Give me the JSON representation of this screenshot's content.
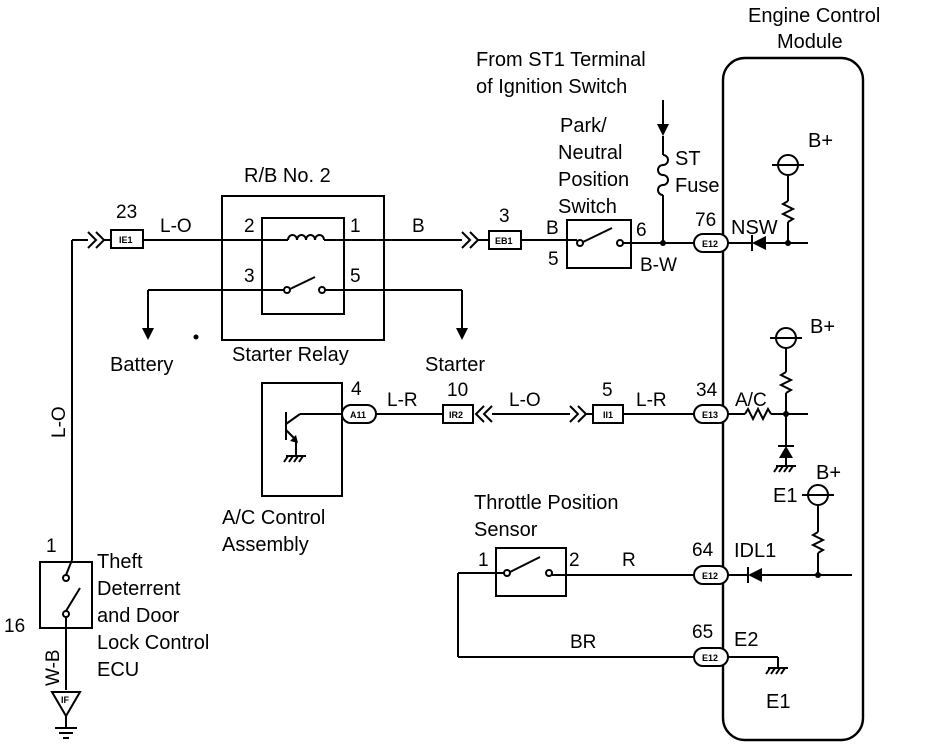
{
  "labels": {
    "ecm_line1": "Engine Control",
    "ecm_line2": "Module",
    "from_st1_line1": "From ST1 Terminal",
    "from_st1_line2": "of Ignition Switch",
    "park_line1": "Park/",
    "park_line2": "Neutral",
    "park_line3": "Position",
    "park_line4": "Switch",
    "st": "ST",
    "fuse": "Fuse",
    "rb_no2": "R/B No. 2",
    "starter_relay": "Starter Relay",
    "battery": "Battery",
    "starter": "Starter",
    "ac_line1": "A/C Control",
    "ac_line2": "Assembly",
    "tps_line1": "Throttle Position",
    "tps_line2": "Sensor",
    "theft_line1": "Theft",
    "theft_line2": "Deterrent",
    "theft_line3": "and Door",
    "theft_line4": "Lock Control",
    "theft_line5": "ECU",
    "bplus_1": "B+",
    "bplus_2": "B+",
    "bplus_3": "B+",
    "nsw": "NSW",
    "ac_sig": "A/C",
    "e1_a": "E1",
    "idl1": "IDL1",
    "e2": "E2",
    "e1_b": "E1"
  },
  "pins": {
    "p23": "23",
    "p2": "2",
    "p1_relay": "1",
    "p3_relay": "3",
    "p5_relay": "5",
    "p3_eb1": "3",
    "p5_park": "5",
    "p6_park": "6",
    "p76": "76",
    "p4": "4",
    "p10": "10",
    "p5_ii1": "5",
    "p34": "34",
    "p1_tps": "1",
    "p2_tps": "2",
    "p64": "64",
    "p65": "65",
    "p1_theft": "1",
    "p16": "16"
  },
  "wires": {
    "lo_1": "L-O",
    "b_1": "B",
    "b_2": "B",
    "bw": "B-W",
    "lr_1": "L-R",
    "lo_2": "L-O",
    "lr_2": "L-R",
    "r": "R",
    "br": "BR",
    "lo_vert": "L-O",
    "wb_vert": "W-B"
  },
  "connectors": {
    "ie1": "IE1",
    "eb1": "EB1",
    "e12_76": "E12",
    "a11": "A11",
    "ir2": "IR2",
    "ii1": "II1",
    "e13": "E13",
    "e12_64": "E12",
    "e12_65": "E12",
    "if": "IF"
  }
}
